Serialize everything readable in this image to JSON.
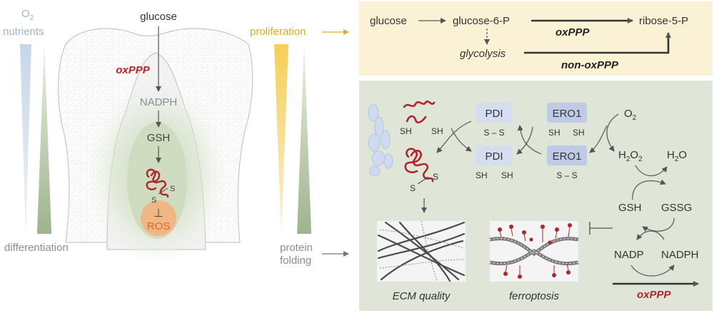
{
  "left": {
    "o2": "O",
    "o2_sub": "2",
    "nutrients": "nutrients",
    "differentiation": "differentiation",
    "glucose": "glucose",
    "oxppp": "oxPPP",
    "nadph": "NADPH",
    "gsh": "GSH",
    "s_label_1": "S",
    "s_label_2": "S",
    "inhibit": "⊥",
    "ros": "ROS"
  },
  "middle": {
    "proliferation": "proliferation",
    "protein_folding_1": "protein",
    "protein_folding_2": "folding"
  },
  "top_panel": {
    "glucose": "glucose",
    "g6p": "glucose-6-P",
    "r5p": "ribose-5-P",
    "oxppp": "oxPPP",
    "glycolysis": "glycolysis",
    "non_oxppp": "non-oxPPP"
  },
  "bottom_panel": {
    "sh1": "SH",
    "sh2": "SH",
    "s_a": "S",
    "s_b": "S",
    "pdi_top": "PDI",
    "pdi_top_s": "S – S",
    "pdi_bottom": "PDI",
    "pdi_bottom_sh1": "SH",
    "pdi_bottom_sh2": "SH",
    "ero1_top": "ERO1",
    "ero1_top_sh1": "SH",
    "ero1_top_sh2": "SH",
    "ero1_bottom": "ERO1",
    "ero1_bottom_s": "S – S",
    "o2": "O",
    "o2_sub": "2",
    "h2o2_a": "H",
    "h2o2_sub1": "2",
    "h2o2_b": "O",
    "h2o2_sub2": "2",
    "h2o_a": "H",
    "h2o_sub": "2",
    "h2o_b": "O",
    "gsh": "GSH",
    "gssg": "GSSG",
    "nadp": "NADP",
    "nadph": "NADPH",
    "oxppp": "oxPPP",
    "ecm": "ECM quality",
    "ferroptosis": "ferroptosis"
  },
  "colors": {
    "oxppp_red": "#b3242a",
    "panel_yellow": "#fbf1d4",
    "panel_green": "#dfe6d7",
    "label_gray": "#8c8c8c",
    "o2_blue": "#9fb6cf",
    "proliferation_yellow": "#efbf3c",
    "protein_box": "#d5ddf0",
    "ero_box": "#bfcbe6",
    "ros_orange": "#d16a2a",
    "ros_fill": "#f1b482",
    "crypt_green": "#c7d6b3",
    "membrane_red": "#b3242a"
  }
}
